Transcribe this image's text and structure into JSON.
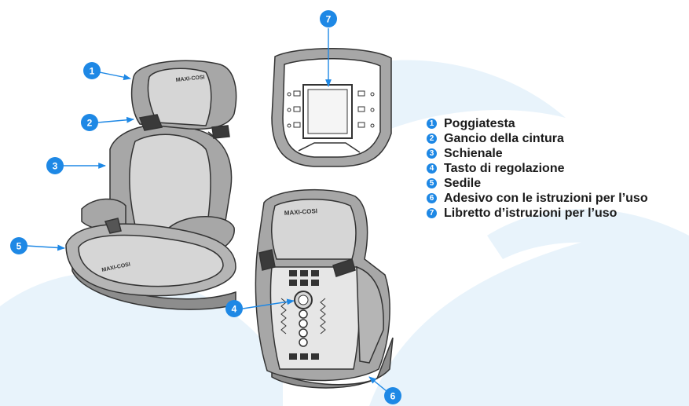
{
  "colors": {
    "accent": "#1E88E5",
    "watermark": "#E8F3FB",
    "seat_dark": "#A7A7A7",
    "seat_light": "#D6D6D6",
    "outline": "#333333"
  },
  "brand": {
    "headrest_logo": "MAXI-COSI",
    "seat_logo": "MAXI-COSI",
    "back_logo": "MAXI-COSI"
  },
  "callouts": [
    {
      "number": "1",
      "label": "Poggiatesta"
    },
    {
      "number": "2",
      "label": "Gancio della cintura"
    },
    {
      "number": "3",
      "label": "Schienale"
    },
    {
      "number": "4",
      "label": "Tasto di regolazione"
    },
    {
      "number": "5",
      "label": "Sedile"
    },
    {
      "number": "6",
      "label": "Adesivo con le istruzioni per l’uso"
    },
    {
      "number": "7",
      "label": "Libretto d’istruzioni per l’uso"
    }
  ]
}
